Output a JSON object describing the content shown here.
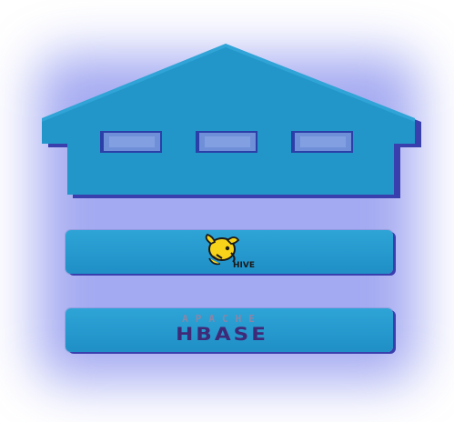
{
  "diagram": {
    "layers": [
      {
        "id": "hive",
        "logo_text": "HIVE"
      },
      {
        "id": "hbase",
        "logo_top_text": "APACHE",
        "logo_main_text": "HBASE"
      }
    ]
  },
  "colors": {
    "building_fill": "#2296c9",
    "building_shadow": "#3a3fae",
    "window_fill": "#6f8fd8",
    "glow": "#5a64e6",
    "hive_yellow": "#f7d31a",
    "hbase_purple": "#3f2a78"
  }
}
